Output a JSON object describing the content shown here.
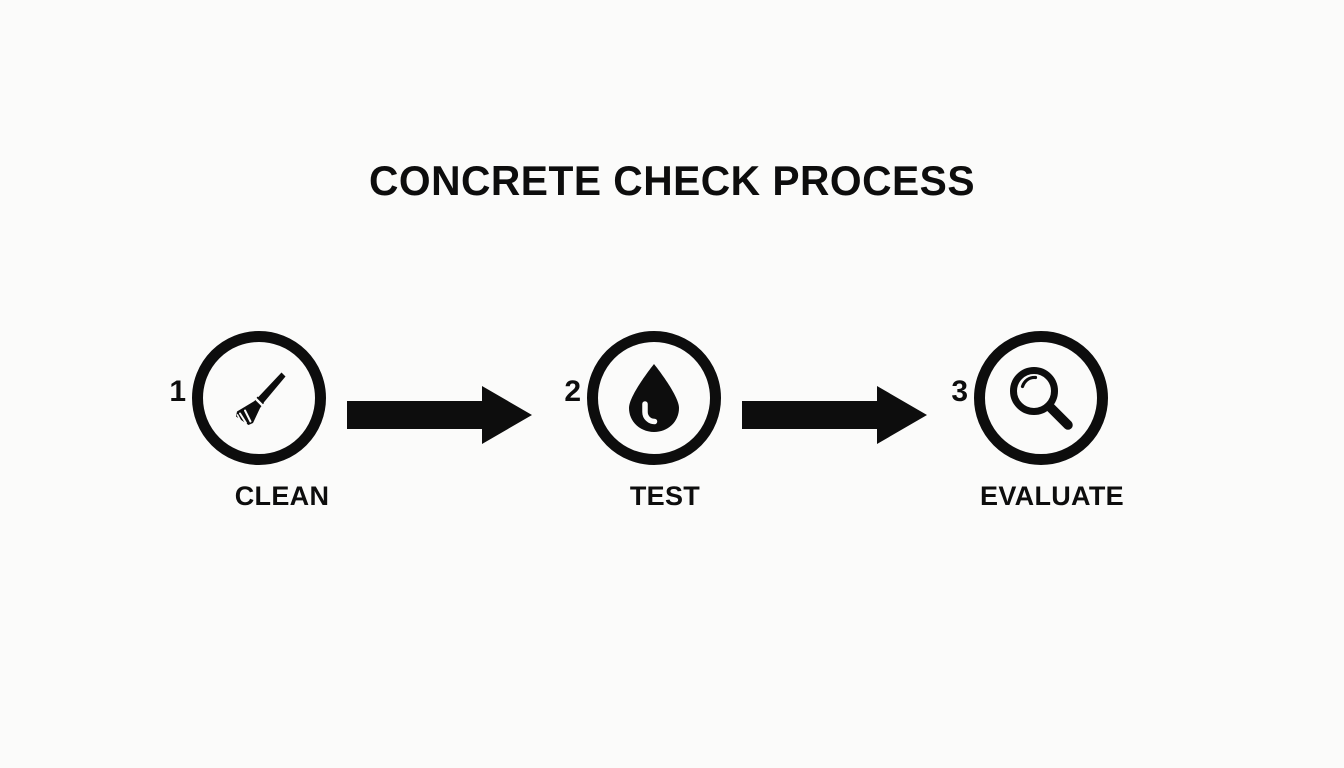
{
  "diagram": {
    "title": "CONCRETE CHECK PROCESS",
    "background_color": "#fbfbfa",
    "ink_color": "#0d0d0d",
    "type": "linear-process-flow",
    "steps": [
      {
        "number": "1",
        "label": "CLEAN",
        "icon": "broom-icon"
      },
      {
        "number": "2",
        "label": "TEST",
        "icon": "water-drop-icon"
      },
      {
        "number": "3",
        "label": "EVALUATE",
        "icon": "magnifying-glass-icon"
      }
    ],
    "connectors": [
      {
        "name": "arrow-step1-to-step2",
        "icon": "right-arrow-icon"
      },
      {
        "name": "arrow-step2-to-step3",
        "icon": "right-arrow-icon"
      }
    ]
  }
}
